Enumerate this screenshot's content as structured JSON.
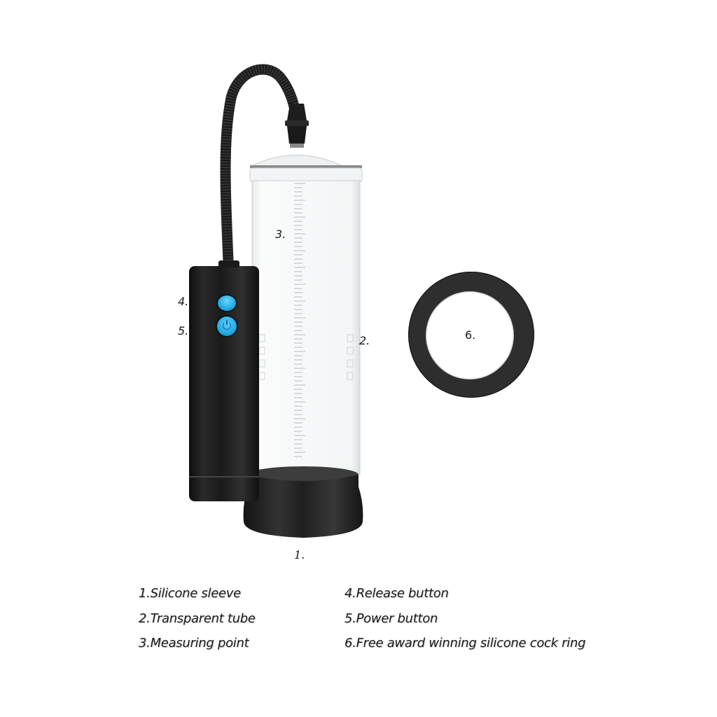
{
  "diagram": {
    "title": "Electric pump parts diagram",
    "colors": {
      "body_black": "#1c1c1c",
      "button_blue": "#1da6e0",
      "tube_clear": "#f2f4f5",
      "scale_gray": "#b8bcbf"
    },
    "callouts": [
      {
        "id": "1",
        "text": "1."
      },
      {
        "id": "2",
        "text": "2."
      },
      {
        "id": "3",
        "text": "3."
      },
      {
        "id": "4",
        "text": "4."
      },
      {
        "id": "5",
        "text": "5."
      },
      {
        "id": "6",
        "text": "6."
      }
    ],
    "legend": {
      "left": [
        {
          "label": "1.Silicone sleeve"
        },
        {
          "label": "2.Transparent tube"
        },
        {
          "label": "3.Measuring point"
        }
      ],
      "right": [
        {
          "label": "4.Release button"
        },
        {
          "label": "5.Power  button"
        },
        {
          "label": "6.Free award winning silicone cock ring"
        }
      ]
    }
  }
}
